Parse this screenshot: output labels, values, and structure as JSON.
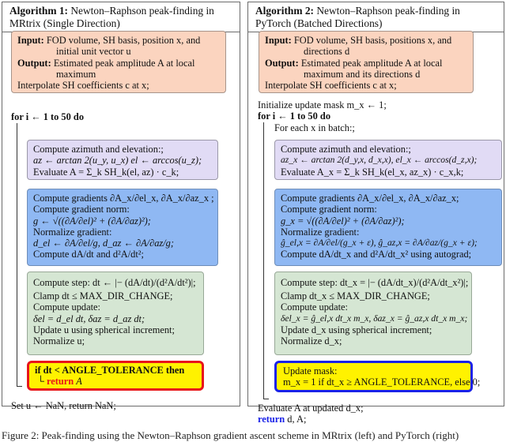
{
  "algorithm1": {
    "label": "Algorithm 1:",
    "title": "Newton–Raphson peak-finding in MRtrix (Single Direction)",
    "io_box": {
      "input_label": "Input:",
      "input_text_1": "FOD volume, SH basis, position x, and",
      "input_text_2": "initial unit vector u",
      "output_label": "Output:",
      "output_text_1": "Estimated peak amplitude A at local",
      "output_text_2": "maximum",
      "interpolate": "Interpolate SH coefficients c at x;"
    },
    "loop": "for i ← 1 to 50 do",
    "purple_box": [
      "Compute azimuth and elevation:;",
      "az ← arctan 2(u_y, u_x)     el ← arccos(u_z);",
      "Evaluate A = Σ_k SH_k(el, az) · c_k;"
    ],
    "blue_box": [
      "Compute gradients ∂A_x/∂el_x, ∂A_x/∂az_x ;",
      "Compute gradient norm:",
      "g ← √((∂A/∂el)² + (∂A/∂az)²);",
      "Normalize gradient:",
      "d_el ← ∂A/∂el/g,     d_az ← ∂A/∂az/g;",
      "Compute dA/dt and d²A/dt²;"
    ],
    "green_box": [
      "Compute step: dt ← |− (dA/dt)/(d²A/dt²)|;",
      "Clamp dt ≤ MAX_DIR_CHANGE;",
      "Compute update:",
      "δel = d_el dt, δaz = d_az dt;",
      "Update u using spherical increment;",
      "Normalize u;"
    ],
    "check_box": {
      "if_line": "if dt < ANGLE_TOLERANCE then",
      "return_kw": "return",
      "return_val": "A"
    },
    "final": "Set u ← NaN, return NaN;"
  },
  "algorithm2": {
    "label": "Algorithm 2:",
    "title": "Newton–Raphson peak-finding in PyTorch (Batched Directions)",
    "io_box": {
      "input_label": "Input:",
      "input_text_1": "FOD volume, SH basis, positions x, and",
      "input_text_2": "directions d",
      "output_label": "Output:",
      "output_text_1": "Estimated peak amplitude A at local",
      "output_text_2": "maximum and its directions d",
      "interpolate": "Interpolate SH coefficients c at x;"
    },
    "init_mask": "Initialize update mask m_x ← 1;",
    "loop": "for i ← 1 to 50 do",
    "for_each": "For each x in batch:;",
    "purple_box": [
      "Compute azimuth and elevation:;",
      "az_x ← arctan 2(d_y,x, d_x,x),     el_x ← arccos(d_z,x);",
      "Evaluate A_x = Σ_k SH_k(el_x, az_x) · c_x,k;"
    ],
    "blue_box": [
      "Compute gradients ∂A_x/∂el_x, ∂A_x/∂az_x;",
      "Compute gradient norm:",
      "g_x = √((∂A/∂el)² + (∂A/∂az)²);",
      "Normalize gradient:",
      "ĝ_el,x = ∂A/∂el/(g_x + ε),    ĝ_az,x = ∂A/∂az/(g_x + ε);",
      "Compute dA/dt_x and d²A/dt_x² using autograd;"
    ],
    "green_box": [
      "Compute step: dt_x = |− (dA/dt_x)/(d²A/dt_x²)|;",
      "Clamp dt_x ≤ MAX_DIR_CHANGE;",
      "Compute update:",
      "δel_x = ĝ_el,x dt_x m_x,    δaz_x = ĝ_az,x dt_x m_x;",
      "Update d_x using spherical increment;",
      "Normalize d_x;"
    ],
    "mask_box": [
      "Update mask:",
      "m_x = 1 if dt_x ≥ ANGLE_TOLERANCE, else 0;"
    ],
    "evaluate": "Evaluate A at updated d_x;",
    "return_kw": "return",
    "return_val": "d, A;"
  },
  "caption": "Figure 2: Peak-finding using the Newton–Raphson gradient ascent scheme in MRtrix (left) and PyTorch (right)",
  "colors": {
    "io_box": "#fbd4bf",
    "purple_box": "#e1dbf5",
    "blue_box": "#8fb8f3",
    "green_box": "#d5e6d3",
    "check_fill": "#fff200",
    "check_border_left": "#e8141b",
    "check_border_right": "#1a22e8",
    "mask_var": "#1a22e8"
  }
}
